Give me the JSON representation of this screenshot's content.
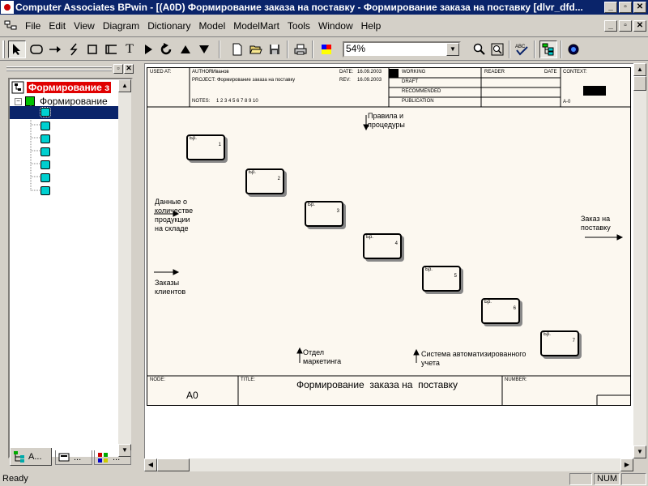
{
  "titlebar": {
    "title": "Computer Associates BPwin - [(A0D) Формирование  заказа на  поставку - Формирование заказа на поставку  [dlvr_dfd...",
    "min": "_",
    "max": "▫",
    "close": "✕"
  },
  "menubar": {
    "items": [
      "File",
      "Edit",
      "View",
      "Diagram",
      "Dictionary",
      "Model",
      "ModelMart",
      "Tools",
      "Window",
      "Help"
    ],
    "min": "_",
    "max": "▫",
    "close": "✕"
  },
  "toolbar": {
    "zoom_value": "54%"
  },
  "tree": {
    "root_label": "Формирование з",
    "child_label": "Формирование",
    "leaf_count": 7
  },
  "panel_tabs": [
    "A...",
    "...",
    "..."
  ],
  "diagram": {
    "used_at_label": "USED AT:",
    "author_label": "AUTHOR:",
    "author": "Иванов",
    "project_label": "PROJECT:",
    "project": "Формирование заказа на поставку",
    "date_label": "DATE:",
    "date": "16.09.2003",
    "rev_label": "REV:",
    "rev": "16.09.2003",
    "notes_label": "NOTES:",
    "notes": "1  2  3  4  5  6  7  8  9  10",
    "status": [
      "WORKING",
      "DRAFT",
      "RECOMMENDED",
      "PUBLICATION"
    ],
    "reader_label": "READER",
    "date2_label": "DATE",
    "context_label": "CONTEXT:",
    "context_node": "A-0",
    "node_label": "NODE:",
    "node": "A0",
    "title_label": "TITLE:",
    "title": "Формирование  заказа на  поставку",
    "number_label": "NUMBER:",
    "box_prefix": "Бр.",
    "boxes": [
      "1",
      "2",
      "3",
      "4",
      "5",
      "6",
      "7"
    ],
    "labels": {
      "controls": "Правила и\nпроцедуры",
      "input1": "Данные о\nколичестве\nпродукции\nна складе",
      "input2": "Заказы\nклиентов",
      "output": "Заказ на\nпоставку",
      "mech1": "Отдел\nмаркетинга",
      "mech2": "Система автоматизированного\nучета"
    }
  },
  "statusbar": {
    "text": "Ready",
    "num": "NUM"
  }
}
